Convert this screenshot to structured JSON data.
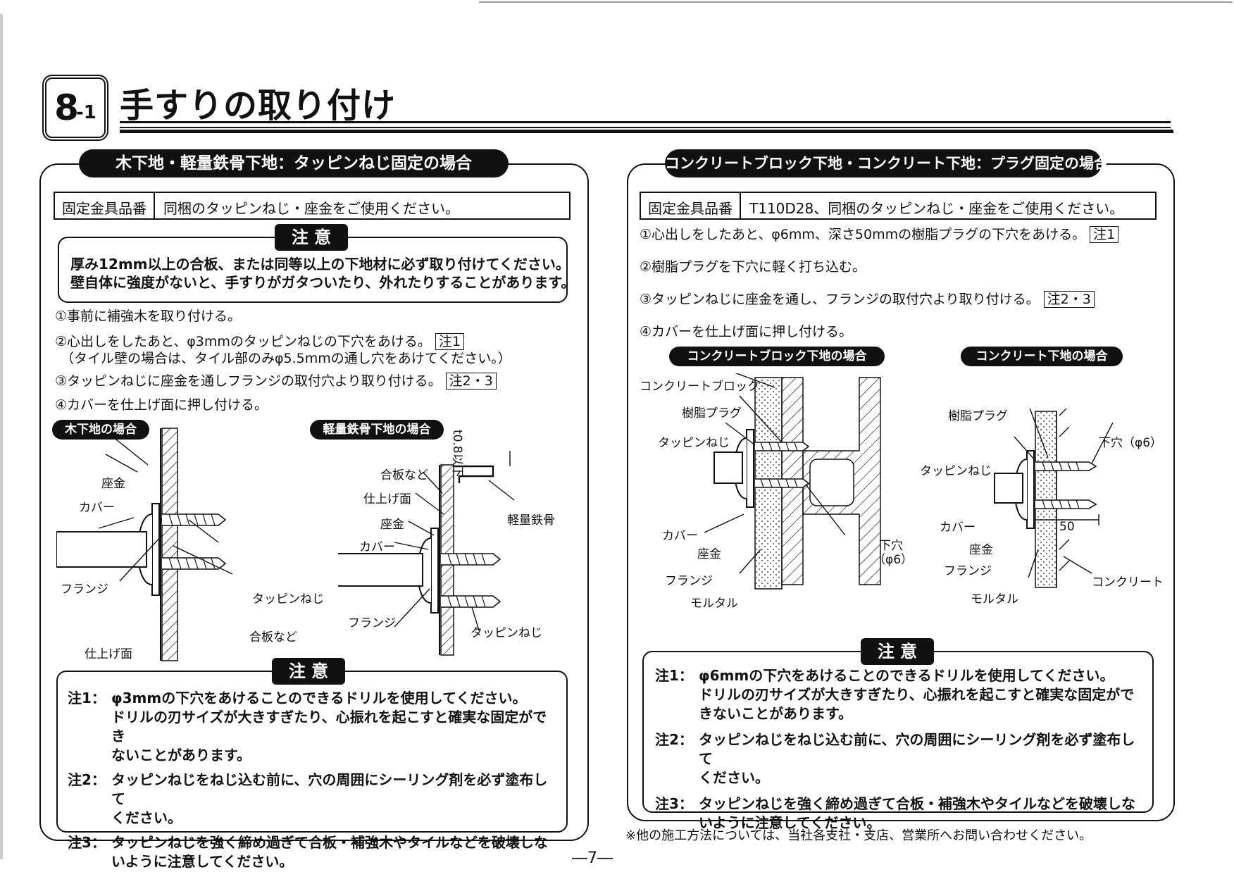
{
  "header": {
    "section_number": "8",
    "section_sub": "-1",
    "title": "手すりの取り付け"
  },
  "left": {
    "heading": "木下地・軽量鉄骨下地：タッピンねじ固定の場合",
    "table_key": "固定金具品番",
    "table_value": "同梱のタッピンねじ・座金をご使用ください。",
    "caution_title": "注 意",
    "caution_line1": "厚み12mm以上の合板、または同等以上の下地材に必ず取り付けてください。",
    "caution_line2": "壁自体に強度がないと、手すりがガタついたり、外れたりすることがあります。",
    "step1": "①事前に補強木を取り付ける。",
    "step2": "②心出しをしたあと、φ3mmのタッピンねじの下穴をあける。",
    "step2_ref": "注1",
    "step2_sub": "（タイル壁の場合は、タイル部のみφ5.5mmの通し穴をあけてください。）",
    "step3": "③タッピンねじに座金を通しフランジの取付穴より取り付ける。",
    "step3_ref": "注2・3",
    "step4": "④カバーを仕上げ面に押し付ける。",
    "fig1_title": "木下地の場合",
    "fig1_labels": {
      "zagane": "座金",
      "cover": "カバー",
      "flange": "フランジ",
      "screw": "タッピンねじ",
      "board": "合板など",
      "finish": "仕上げ面"
    },
    "fig2_title": "軽量鉄骨下地の場合",
    "fig2_labels": {
      "board": "合板など",
      "finish": "仕上げ面",
      "zagane": "座金",
      "cover": "カバー",
      "flange": "フランジ",
      "screw": "タッピンねじ",
      "steel": "軽量鉄骨",
      "thickness": "t0.8以下"
    },
    "notes_title": "注 意",
    "notes": [
      {
        "key": "注1：",
        "l1": "φ3mmの下穴をあけることのできるドリルを使用してください。",
        "l2": "ドリルの刃サイズが大きすぎたり、心振れを起こすと確実な固定ができ",
        "l3": "ないことがあります。"
      },
      {
        "key": "注2：",
        "l1": "タッピンねじをねじ込む前に、穴の周囲にシーリング剤を必ず塗布して",
        "l2": "ください。"
      },
      {
        "key": "注3：",
        "l1": "タッピンねじを強く締め過ぎて合板・補強木やタイルなどを破壊しな",
        "l2": "いように注意してください。"
      }
    ]
  },
  "right": {
    "heading": "コンクリートブロック下地・コンクリート下地：プラグ固定の場合",
    "table_key": "固定金具品番",
    "table_value": "T110D28、同梱のタッピンねじ・座金をご使用ください。",
    "step1": "①心出しをしたあと、φ6mm、深さ50mmの樹脂プラグの下穴をあける。",
    "step1_ref": "注1",
    "step2": "②樹脂プラグを下穴に軽く打ち込む。",
    "step3": "③タッピンねじに座金を通し、フランジの取付穴より取り付ける。",
    "step3_ref": "注2・3",
    "step4": "④カバーを仕上げ面に押し付ける。",
    "fig1_title": "コンクリートブロック下地の場合",
    "fig1_labels": {
      "block": "コンクリートブロック",
      "plug": "樹脂プラグ",
      "screw": "タッピンねじ",
      "cover": "カバー",
      "zagane": "座金",
      "flange": "フランジ",
      "mortar": "モルタル",
      "hole": "下穴",
      "hole_dia": "（φ6）"
    },
    "fig2_title": "コンクリート下地の場合",
    "fig2_labels": {
      "plug": "樹脂プラグ",
      "hole": "下穴（φ6）",
      "screw": "タッピンねじ",
      "cover": "カバー",
      "zagane": "座金",
      "flange": "フランジ",
      "mortar": "モルタル",
      "concrete": "コンクリート",
      "depth": "50"
    },
    "notes_title": "注 意",
    "notes": [
      {
        "key": "注1：",
        "l1": "φ6mmの下穴をあけることのできるドリルを使用してください。",
        "l2": "ドリルの刃サイズが大きすぎたり、心振れを起こすと確実な固定がで",
        "l3": "きないことがあります。"
      },
      {
        "key": "注2：",
        "l1": "タッピンねじをねじ込む前に、穴の周囲にシーリング剤を必ず塗布して",
        "l2": "ください。"
      },
      {
        "key": "注3：",
        "l1": "タッピンねじを強く締め過ぎて合板・補強木やタイルなどを破壊しな",
        "l2": "いように注意してください。"
      }
    ],
    "footer": "※他の施工方法については、当社各支社・支店、営業所へお問い合わせください。"
  },
  "page_number": "―7―"
}
